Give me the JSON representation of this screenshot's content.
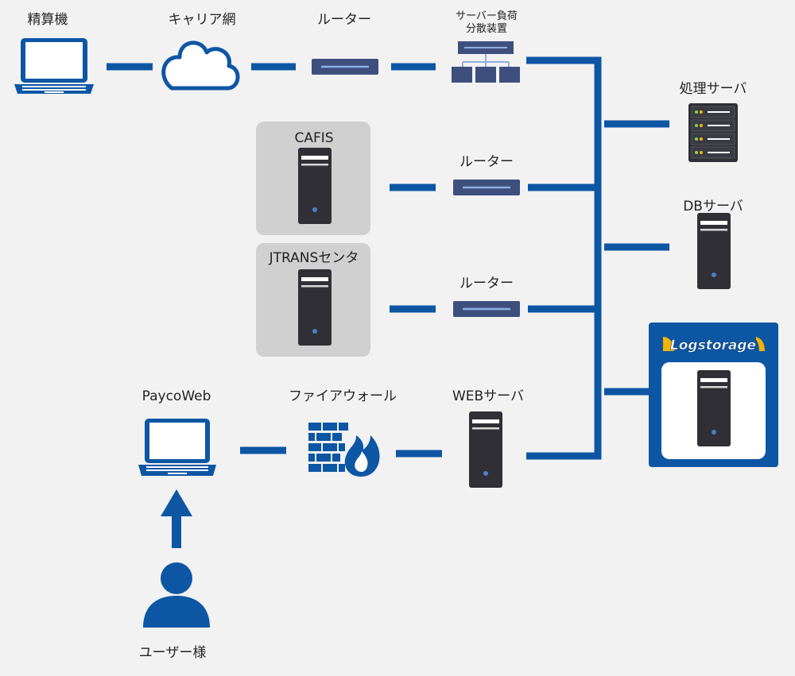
{
  "labels": {
    "seisanki": "精算機",
    "carrier": "キャリア網",
    "router_top": "ルーター",
    "lb_line1": "サーバー負荷",
    "lb_line2": "分散装置",
    "processing_server": "処理サーバ",
    "cafis": "CAFIS",
    "router_cafis": "ルーター",
    "db_server": "DBサーバ",
    "jtrans": "JTRANSセンタ",
    "router_jtrans": "ルーター",
    "logstorage": "Logstorage",
    "paycoweb": "PaycoWeb",
    "firewall": "ファイアウォール",
    "web_server": "WEBサーバ",
    "user": "ユーザー様"
  },
  "colors": {
    "line": "#0d56a4",
    "background": "#f2f2f2",
    "panel": "#d0d0d0",
    "server_body": "#2f2f35",
    "router": "#3e4f7e",
    "logstorage_frame": "#0d56a4",
    "logstorage_logo": "#f4b400"
  },
  "icons": {
    "laptop": "laptop-icon",
    "cloud": "cloud-icon",
    "router": "router-icon",
    "load_balancer": "load-balancer-icon",
    "rack_server": "rack-server-icon",
    "tower_server": "tower-server-icon",
    "firewall": "firewall-icon",
    "user": "user-icon",
    "arrow": "arrow-up-icon"
  }
}
